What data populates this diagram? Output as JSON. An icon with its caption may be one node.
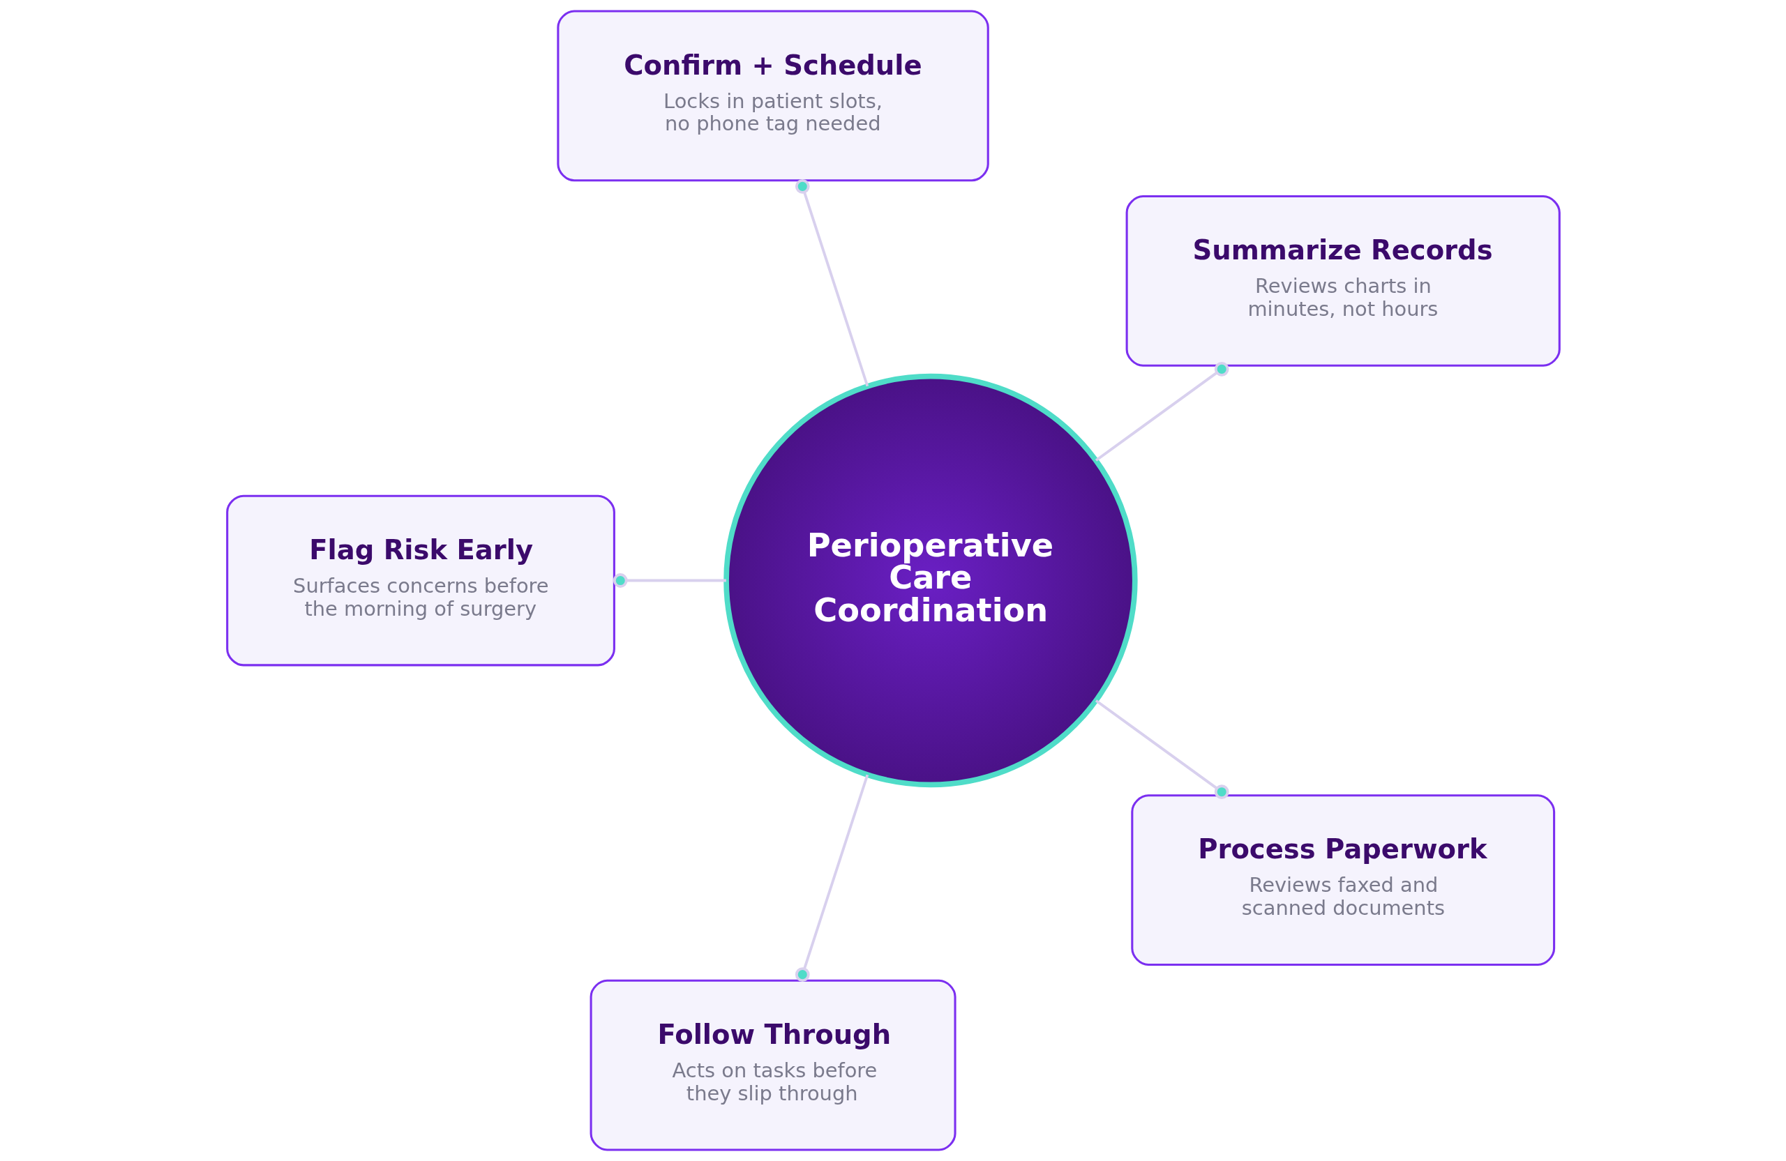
{
  "diagram": {
    "nodes": [
      {
        "text": [
          "Confirm + Schedule",
          "Locks in patient slots, no phone tag needed"
        ]
      },
      {
        "text": [
          "Summarize Records",
          "Reviews charts in minutes, not hours"
        ]
      },
      {
        "text": [
          "Perioperative Care Coordination"
        ]
      },
      {
        "text": [
          "Flag Risk Early",
          "Surfaces concerns before the morning of surgery"
        ]
      },
      {
        "text": [
          "Process Paperwork",
          "Reviews faxed and scanned documents"
        ]
      },
      {
        "text": [
          "Follow Through",
          "Acts on tasks before they slip through"
        ]
      }
    ],
    "edges": [
      {
        "from": 2,
        "to": 0,
        "arrow": "other"
      },
      {
        "from": 2,
        "to": 1,
        "arrow": "other"
      },
      {
        "from": 2,
        "to": 3,
        "arrow": "other"
      },
      {
        "from": 2,
        "to": 4,
        "arrow": "other"
      },
      {
        "from": 2,
        "to": 5,
        "arrow": "other"
      }
    ]
  }
}
